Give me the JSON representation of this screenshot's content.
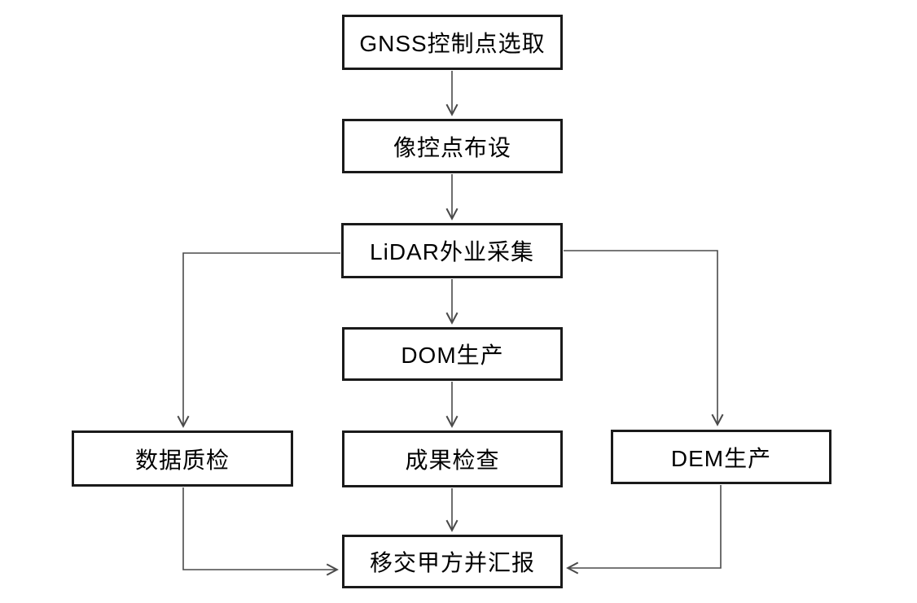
{
  "diagram": {
    "type": "flowchart",
    "background_color": "#ffffff",
    "box_border_color": "#1a1a1a",
    "line_color": "#4a4a4a",
    "text_color": "#000000",
    "boxes": [
      {
        "id": "gnss",
        "label": "GNSS控制点选取"
      },
      {
        "id": "photo",
        "label": "像控点布设"
      },
      {
        "id": "lidar",
        "label": "LiDAR外业采集"
      },
      {
        "id": "dom",
        "label": "DOM生产"
      },
      {
        "id": "quality",
        "label": "数据质检"
      },
      {
        "id": "check",
        "label": "成果检查"
      },
      {
        "id": "dem",
        "label": "DEM生产"
      },
      {
        "id": "handover",
        "label": "移交甲方并汇报"
      }
    ],
    "edges": [
      {
        "from": "gnss",
        "to": "photo",
        "style": "straight-down"
      },
      {
        "from": "photo",
        "to": "lidar",
        "style": "straight-down"
      },
      {
        "from": "lidar",
        "to": "dom",
        "style": "straight-down"
      },
      {
        "from": "dom",
        "to": "check",
        "style": "straight-down"
      },
      {
        "from": "check",
        "to": "handover",
        "style": "straight-down"
      },
      {
        "from": "lidar",
        "to": "quality",
        "style": "left-then-down"
      },
      {
        "from": "lidar",
        "to": "dem",
        "style": "right-then-down"
      },
      {
        "from": "quality",
        "to": "handover",
        "style": "down-then-right"
      },
      {
        "from": "dem",
        "to": "handover",
        "style": "down-then-left"
      }
    ]
  }
}
